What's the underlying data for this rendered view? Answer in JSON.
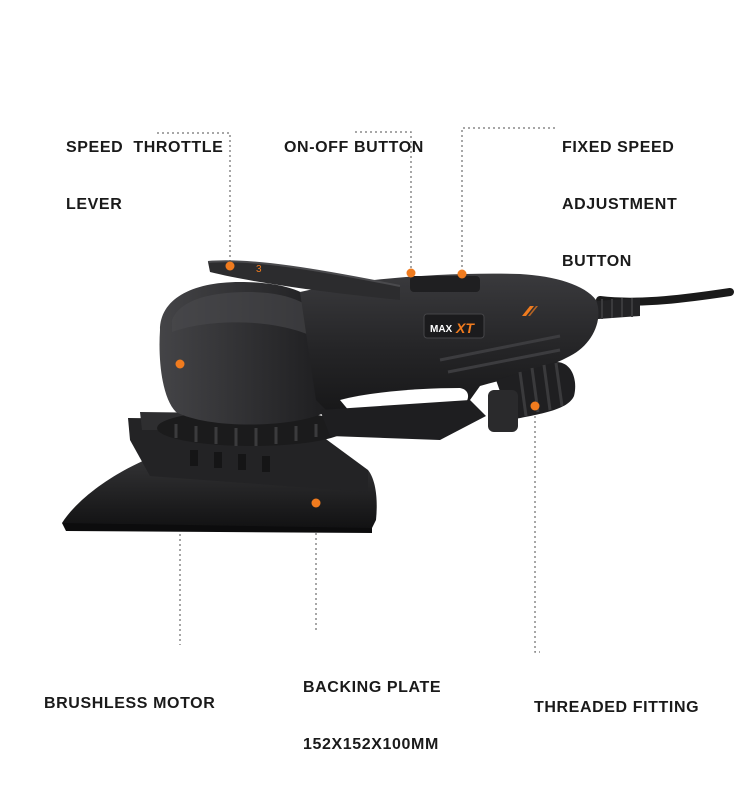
{
  "brand": {
    "prefix": "MAX",
    "suffix": "XT"
  },
  "speed_dial": "3",
  "colors": {
    "accent": "#f07b1e",
    "body": "#2b2b2d",
    "label": "#1a1a1a",
    "leader": "#8a8a8a"
  },
  "callouts": {
    "speed_throttle_lever": {
      "line1": "SPEED  THROTTLE",
      "line2": "LEVER"
    },
    "on_off_button": {
      "line1": "ON-OFF BUTTON"
    },
    "fixed_speed_adjustment_button": {
      "line1": "FIXED SPEED",
      "line2": "ADJUSTMENT",
      "line3": "BUTTON"
    },
    "brushless_motor": {
      "line1": "BRUSHLESS MOTOR"
    },
    "backing_plate": {
      "line1": "BACKING PLATE",
      "line2": "152X152X100MM"
    },
    "threaded_fitting": {
      "line1": "THREADED FITTING"
    }
  }
}
